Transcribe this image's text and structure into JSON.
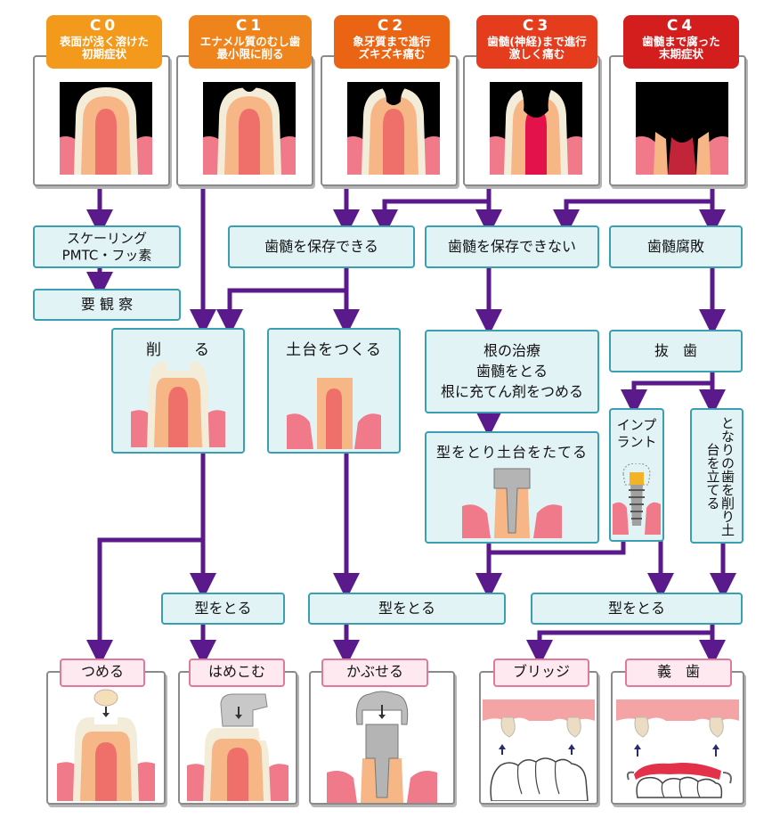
{
  "stages": [
    {
      "code": "C0",
      "desc_1": "表面が浅く溶けた",
      "desc_2": "初期症状",
      "color": "#f39a1c"
    },
    {
      "code": "C1",
      "desc_1": "エナメル質のむし歯",
      "desc_2": "最小限に削る",
      "color": "#f0841c"
    },
    {
      "code": "C2",
      "desc_1": "象牙質まで進行",
      "desc_2": "ズキズキ痛む",
      "color": "#ea6414"
    },
    {
      "code": "C3",
      "desc_1": "歯髄(神経)まで進行",
      "desc_2": "激しく痛む",
      "color": "#e43c1c"
    },
    {
      "code": "C4",
      "desc_1": "歯髄まで腐った",
      "desc_2": "末期症状",
      "color": "#d41e1e"
    }
  ],
  "boxes": {
    "scaling_1": "スケーリング",
    "scaling_2": "PMTC・フッ素",
    "observe": "要 観 察",
    "pulp_keep": "歯髄を保存できる",
    "pulp_nokeep": "歯髄を保存できない",
    "pulp_rot": "歯髄腐敗",
    "cut": "削　　る",
    "base": "土台をつくる",
    "root_1": "根の治療",
    "root_2": "歯髄をとる",
    "root_3": "根に充てん剤をつめる",
    "extract": "抜　歯",
    "post": "型をとり土台をたてる",
    "implant": "インプラント",
    "neighbor": "となりの歯を削り土台を立てる",
    "mold_1": "型をとる",
    "mold_2": "型をとる",
    "mold_3": "型をとる"
  },
  "finals": {
    "fill": "つめる",
    "inlay": "はめこむ",
    "crown": "かぶせる",
    "bridge": "ブリッジ",
    "denture": "義　歯"
  },
  "colors": {
    "arrow": "#5b1a8c",
    "box_fill": "#e2f3f6",
    "box_border": "#3a9fb0",
    "label_fill": "#fde9ef",
    "label_border": "#e07a9a",
    "gum": "#f07a8a",
    "dentin": "#f6b685",
    "enamel": "#f3ecd9",
    "pulp": "#ef6f6a",
    "metal": "#b4b4b4"
  }
}
